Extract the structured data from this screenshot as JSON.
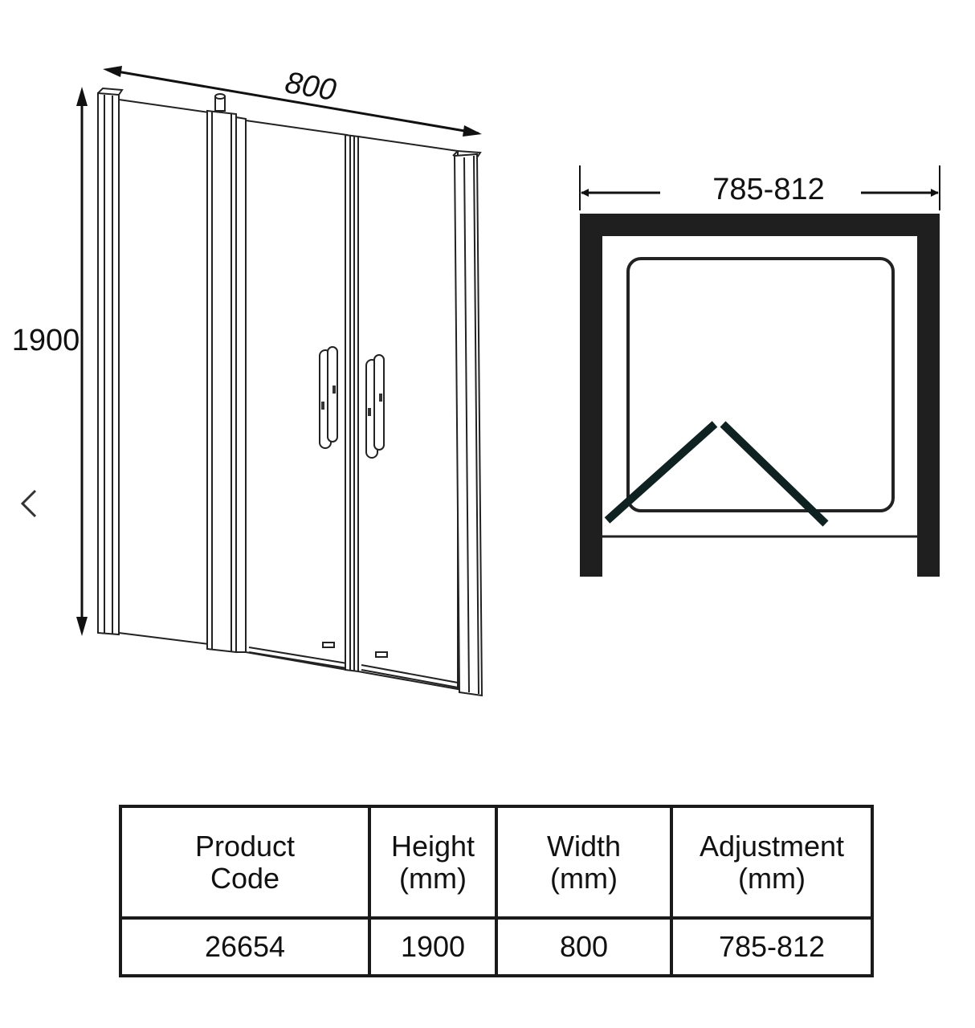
{
  "door_drawing": {
    "width_label": "800",
    "height_label": "1900"
  },
  "plan_view": {
    "adjustment_label": "785-812"
  },
  "spec_table": {
    "headers": [
      {
        "line1": "Product",
        "line2": "Code"
      },
      {
        "line1": "Height",
        "line2": "(mm)"
      },
      {
        "line1": "Width",
        "line2": "(mm)"
      },
      {
        "line1": "Adjustment",
        "line2": "(mm)"
      }
    ],
    "row": [
      "26654",
      "1900",
      "800",
      "785-812"
    ]
  },
  "nav": {
    "prev_icon": "chevron-left-icon"
  }
}
